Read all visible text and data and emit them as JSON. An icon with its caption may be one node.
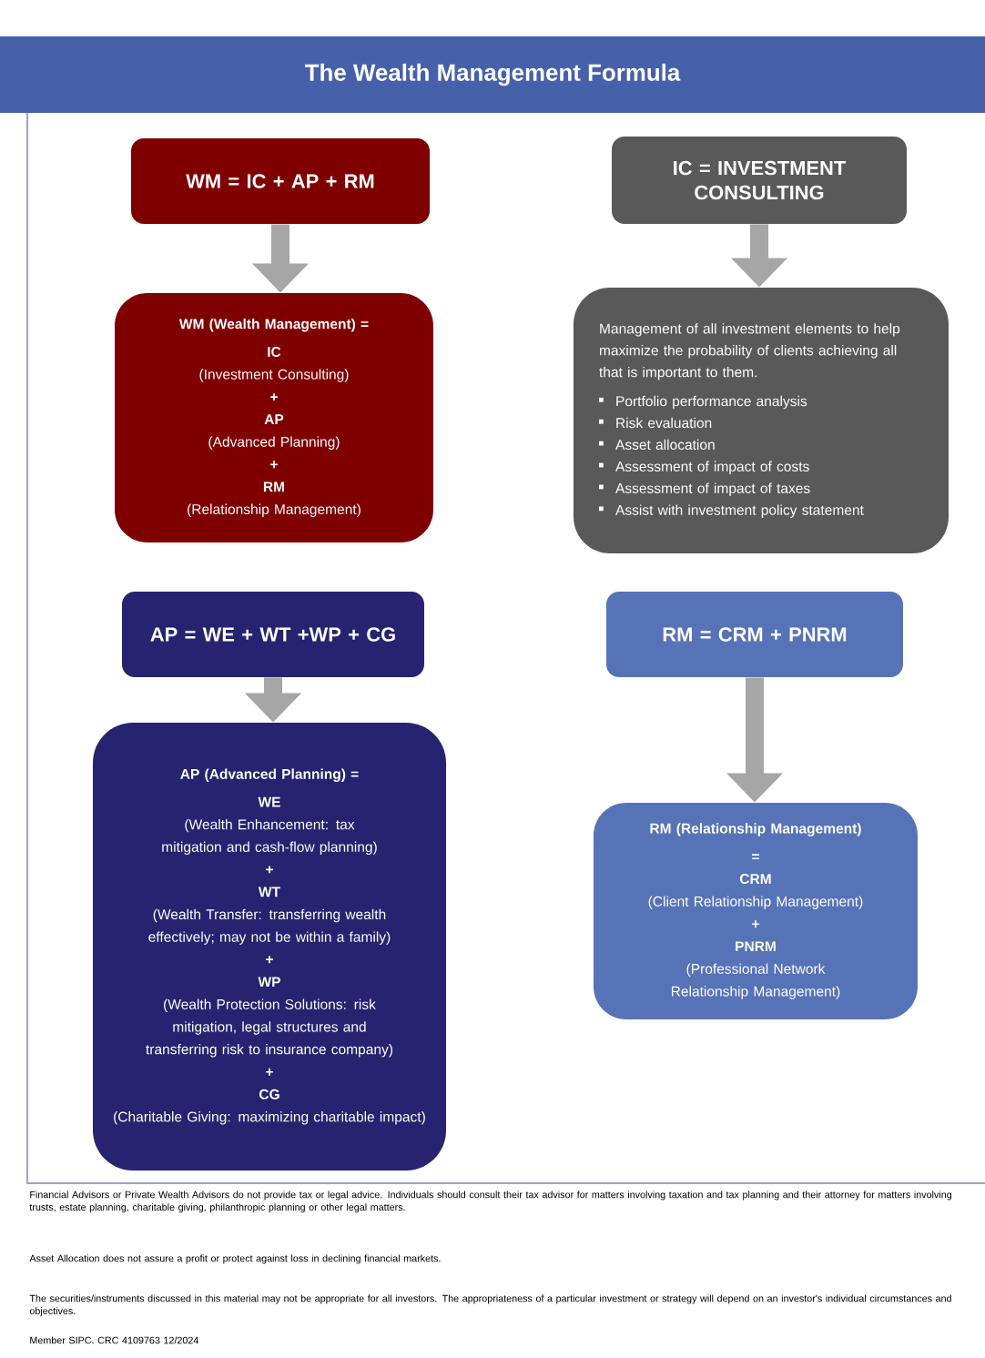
{
  "diagram": {
    "title": "The Wealth Management Formula",
    "nodes": [
      {
        "text": [
          "WM = IC + AP + RM"
        ]
      },
      {
        "text": [
          "WM (Wealth Management) =",
          "IC",
          "(Investment Consulting)",
          "+",
          "AP",
          "(Advanced Planning)",
          "+",
          "RM",
          "(Relationship Management)"
        ]
      },
      {
        "text": [
          "IC = INVESTMENT CONSULTING"
        ]
      },
      {
        "text": [
          "Management of all investment elements to help maximize the probability of clients achieving all that is important to them.",
          "Portfolio performance analysis",
          "Risk evaluation",
          "Asset allocation",
          "Assessment of impact of costs",
          "Assessment of impact of taxes",
          "Assist with investment policy statement"
        ]
      },
      {
        "text": [
          "AP = WE + WT +WP + CG"
        ]
      },
      {
        "text": [
          "AP (Advanced Planning) =",
          "WE",
          "(Wealth Enhancement: tax mitigation and cash-flow planning)",
          "+",
          "WT",
          "(Wealth Transfer: transferring wealth effectively; may not be within a family)",
          "+",
          "WP",
          "(Wealth Protection Solutions: risk mitigation, legal structures and transferring risk to insurance company)",
          "+",
          "CG",
          "(Charitable Giving: maximizing charitable impact)"
        ]
      },
      {
        "text": [
          "RM = CRM + PNRM"
        ]
      },
      {
        "text": [
          "RM (Relationship Management)",
          "=",
          "CRM",
          "(Client Relationship Management)",
          "+",
          "PNRM",
          "(Professional Network Relationship Management)"
        ]
      }
    ],
    "edges": [
      {
        "from": 0,
        "to": 1,
        "arrow": "to"
      },
      {
        "from": 2,
        "to": 3,
        "arrow": "to"
      },
      {
        "from": 4,
        "to": 5,
        "arrow": "to"
      },
      {
        "from": 6,
        "to": 7,
        "arrow": "to"
      }
    ],
    "labels": [
      "Financial Advisors or Private Wealth Advisors do not provide tax or legal advice. Individuals should consult their tax advisor for matters involving taxation and tax planning and their attorney for matters involving trusts, estate planning, charitable giving, philanthropic planning or other legal matters.",
      "Asset Allocation does not assure a profit or protect against loss in declining financial markets.",
      "The securities/instruments discussed in this material may not be appropriate for all investors. The appropriateness of a particular investment or strategy will depend on an investor's individual circumstances and objectives.",
      "Member SIPC. CRC 4109763 12/2024"
    ]
  }
}
